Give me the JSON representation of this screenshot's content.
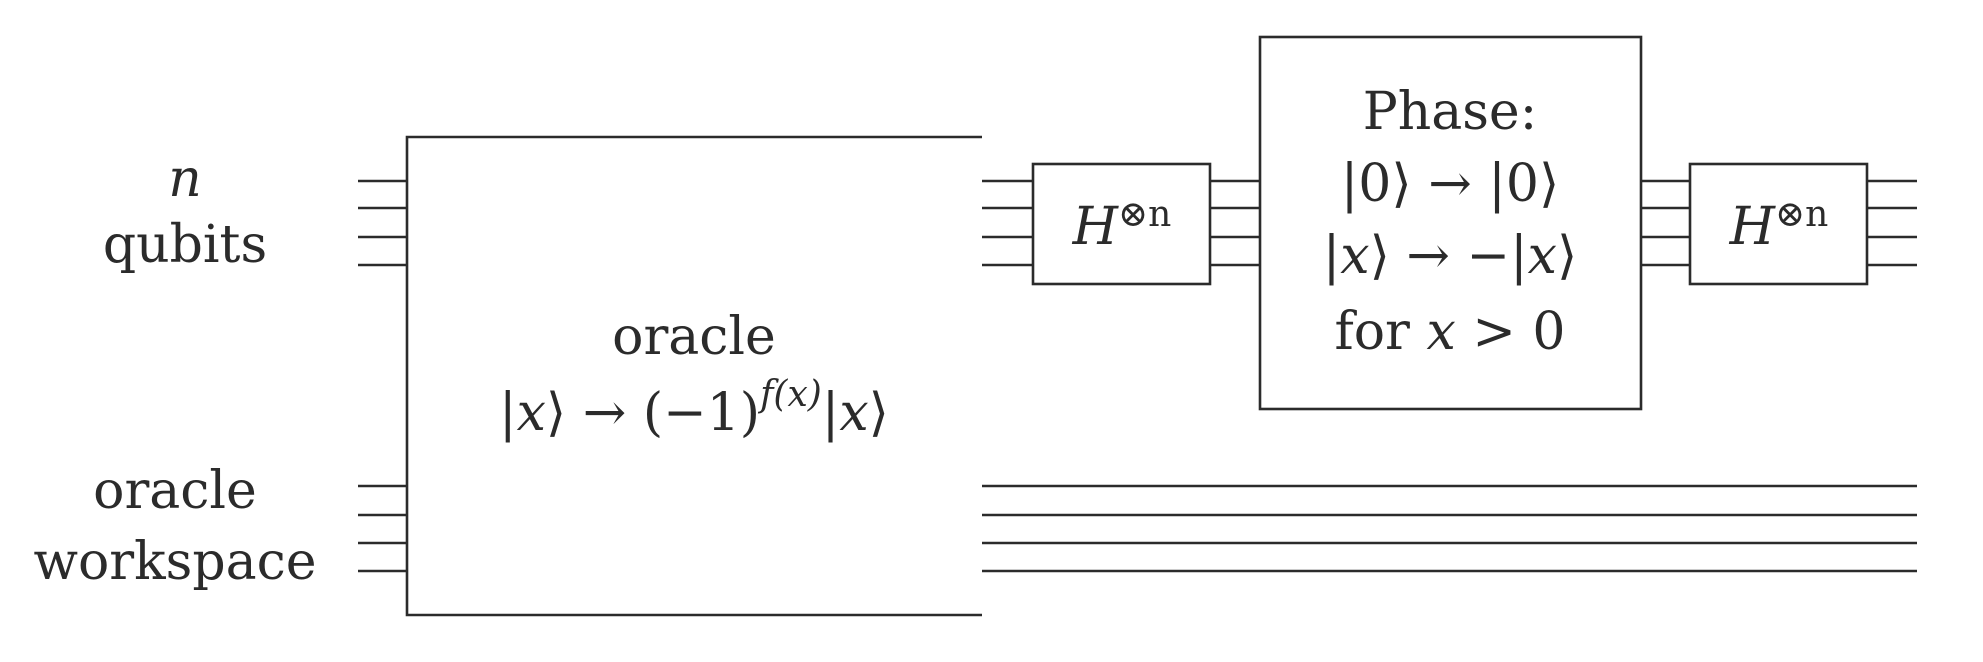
{
  "labels": {
    "n_qubits": {
      "n": "n",
      "qubits": "qubits"
    },
    "workspace": {
      "line1": "oracle",
      "line2": "workspace"
    }
  },
  "oracle_box": {
    "title": "oracle",
    "ket_x": "x",
    "arrow": "→",
    "minus_one": "(−1)",
    "exponent": "f(x)"
  },
  "hadamard_1": {
    "base": "H",
    "power": "⊗n"
  },
  "phase_box": {
    "title": "Phase:",
    "zero": "0",
    "arrow": "→",
    "x": "x",
    "minus": "−",
    "for_text": "for",
    "gt": "> 0"
  },
  "hadamard_2": {
    "base": "H",
    "power": "⊗n"
  },
  "colors": {
    "ink": "#2b2b2b",
    "background": "#ffffff"
  }
}
